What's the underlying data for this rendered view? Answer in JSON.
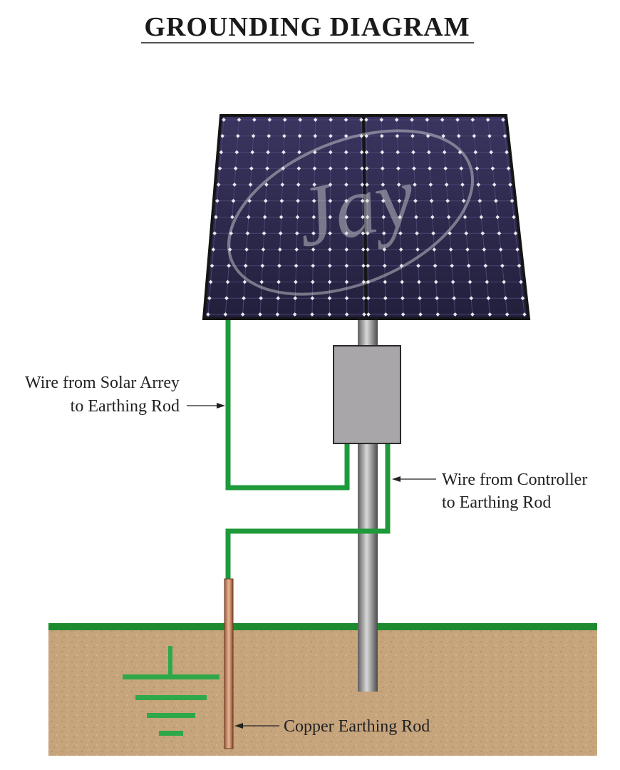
{
  "title": "GROUNDING DIAGRAM",
  "labels": {
    "solar_wire_line1": "Wire from Solar Arrey",
    "solar_wire_line2": "to Earthing Rod",
    "controller_wire_line1": "Wire from Controller",
    "controller_wire_line2": "to Earthing Rod",
    "copper_rod": "Copper Earthing Rod"
  },
  "watermark": "Jay",
  "colors": {
    "panel": "#2b2748",
    "panel_frame": "#1a1a1a",
    "cell_dot": "#e8e8f0",
    "wire": "#1e9a3a",
    "grass": "#1e8a2e",
    "soil": "#c4a27a",
    "pole": "#8a8a8a",
    "controller_box": "#a9a9a9",
    "copper": "#c98a6a",
    "ground_symbol": "#2fa84a"
  },
  "icons": {
    "ground_symbol": "earth-ground-icon"
  }
}
